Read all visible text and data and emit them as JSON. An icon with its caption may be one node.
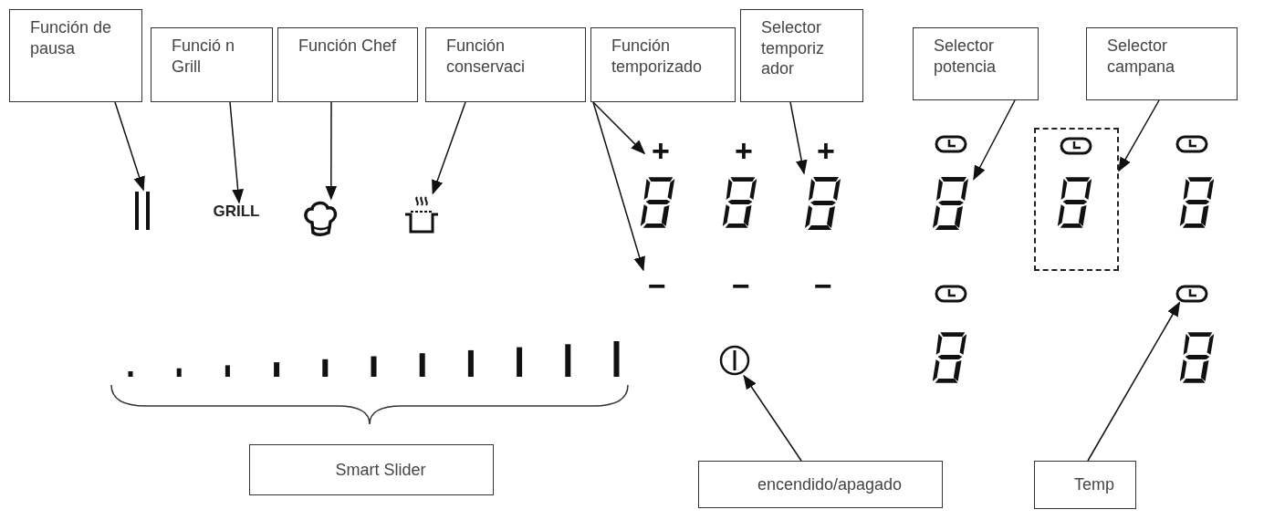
{
  "diagram": {
    "nodes": [
      {
        "text": [
          "Función de pausa"
        ]
      },
      {
        "text": [
          "Funció n Grill"
        ]
      },
      {
        "text": [
          "Función Chef"
        ]
      },
      {
        "text": [
          "Función conservaci"
        ]
      },
      {
        "text": [
          "Función temporizado"
        ]
      },
      {
        "text": [
          "Selector temporiz ador"
        ]
      },
      {
        "text": [
          "Selector potencia"
        ]
      },
      {
        "text": [
          "Selector campana"
        ]
      },
      {
        "text": [
          "Smart Slider"
        ]
      },
      {
        "text": [
          "encendido/apagado"
        ]
      },
      {
        "text": [
          "Temp"
        ]
      },
      {
        "text": [],
        "shape": "picture"
      },
      {
        "text": [
          "GRILL"
        ]
      },
      {
        "text": [],
        "shape": "picture"
      },
      {
        "text": [],
        "shape": "picture"
      },
      {
        "text": [
          "+"
        ]
      },
      {
        "text": [
          "−"
        ]
      },
      {
        "text": [],
        "shape": "picture"
      },
      {
        "text": [],
        "shape": "picture"
      },
      {
        "text": [],
        "shape": "box"
      },
      {
        "text": [],
        "shape": "circle"
      },
      {
        "text": [],
        "shape": "picture"
      }
    ],
    "edges": [
      {
        "from": 0,
        "to": 11,
        "arrow": "to"
      },
      {
        "from": 1,
        "to": 12,
        "arrow": "to"
      },
      {
        "from": 2,
        "to": 13,
        "arrow": "to"
      },
      {
        "from": 3,
        "to": 14,
        "arrow": "to"
      },
      {
        "from": 4,
        "to": 15,
        "arrow": "to"
      },
      {
        "from": 4,
        "to": 16,
        "arrow": "to"
      },
      {
        "from": 5,
        "to": 17,
        "arrow": "to"
      },
      {
        "from": 6,
        "to": 18,
        "arrow": "to"
      },
      {
        "from": 7,
        "to": 19,
        "arrow": "to"
      },
      {
        "from": 9,
        "to": 20,
        "arrow": "to"
      },
      {
        "from": 10,
        "to": 21,
        "arrow": "to"
      }
    ],
    "labels": [
      "+",
      "+",
      "−",
      "−"
    ]
  }
}
